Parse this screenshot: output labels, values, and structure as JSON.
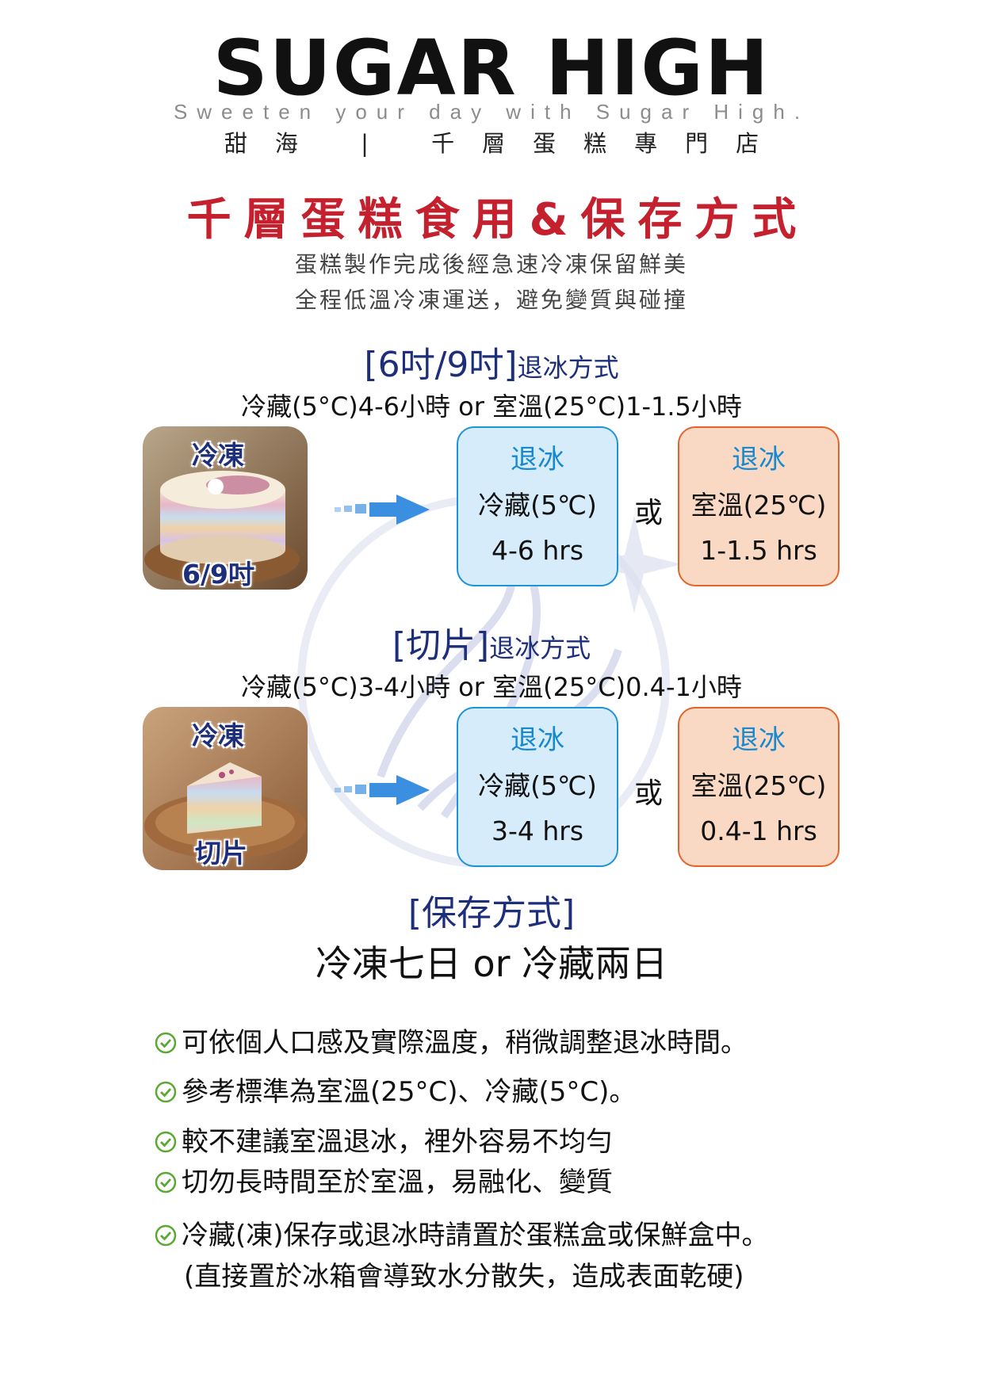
{
  "header": {
    "brand_title": "SUGAR HIGH",
    "brand_tagline": "Sweeten your day with Sugar High.",
    "brand_subtitle": "甜海 | 千層蛋糕專門店"
  },
  "page_heading": "千層蛋糕食用&保存方式",
  "intro": [
    "蛋糕製作完成後經急速冷凍保留鮮美",
    "全程低溫冷凍運送，避免變質與碰撞"
  ],
  "sections": [
    {
      "heading_bracket": "[6吋/9吋]",
      "heading_suffix": "退冰方式",
      "line": "冷藏(5°C)4-6小時 or 室溫(25°C)1-1.5小時",
      "photo_tag_top": "冷凍",
      "photo_tag_bottom": "6/9吋",
      "cold_box": {
        "title": "退冰",
        "condition": "冷藏(5℃)",
        "time": "4-6 hrs"
      },
      "or_word": "或",
      "warm_box": {
        "title": "退冰",
        "condition": "室溫(25℃)",
        "time": "1-1.5 hrs"
      }
    },
    {
      "heading_bracket": "[切片]",
      "heading_suffix": "退冰方式",
      "line": "冷藏(5°C)3-4小時 or 室溫(25°C)0.4-1小時",
      "photo_tag_top": "冷凍",
      "photo_tag_bottom": "切片",
      "cold_box": {
        "title": "退冰",
        "condition": "冷藏(5℃)",
        "time": "3-4 hrs"
      },
      "or_word": "或",
      "warm_box": {
        "title": "退冰",
        "condition": "室溫(25℃)",
        "time": "0.4-1 hrs"
      }
    }
  ],
  "storage": {
    "heading": "[保存方式]",
    "text": "冷凍七日 or 冷藏兩日"
  },
  "notes": [
    "可依個人口感及實際溫度，稍微調整退冰時間。",
    "參考標準為室溫(25°C)、冷藏(5°C)。",
    "較不建議室溫退冰，裡外容易不均勻",
    "切勿長時間至於室溫，易融化、變質",
    "冷藏(凍)保存或退冰時請置於蛋糕盒或保鮮盒中。",
    "(直接置於冰箱會導致水分散失，造成表面乾硬)"
  ],
  "colors": {
    "heading_red": "#c4202e",
    "section_navy": "#1d2e7a",
    "cold_fill": "#d6ecfb",
    "cold_border": "#1d93d8",
    "warm_fill": "#fad9c4",
    "warm_border": "#e1652a",
    "check_green": "#5aa832"
  }
}
